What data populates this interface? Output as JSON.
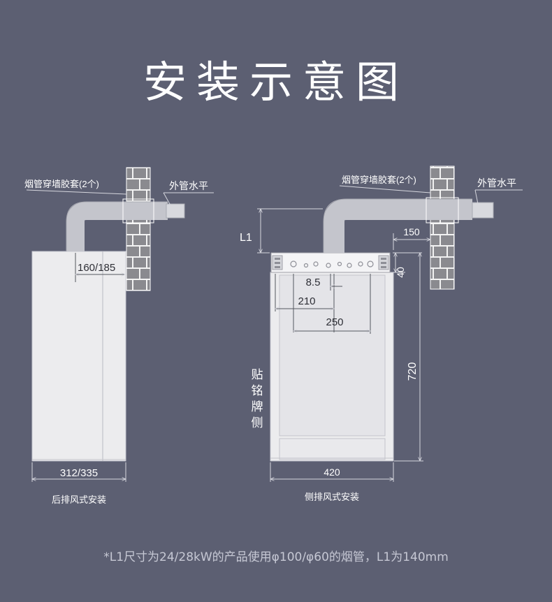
{
  "title": "安装示意图",
  "footnote": "*L1尺寸为24/28kW的产品使用φ100/φ60的烟管，L1为140mm",
  "colors": {
    "background": "#5c5f72",
    "panel": "#ececee",
    "pipe": "#c4c5cc",
    "brick": "#8a8a8f",
    "mortar": "#f2f2f2",
    "dimension": "#d6d7de"
  },
  "rear": {
    "pipe_sleeve_label": "烟管穿墙胶套(2个)",
    "outer_pipe_label": "外管水平",
    "depth_dim": "160/185",
    "width_dim": "312/335",
    "caption": "后排风式安装"
  },
  "side": {
    "pipe_sleeve_label": "烟管穿墙胶套(2个)",
    "outer_pipe_label": "外管水平",
    "l1_label": "L1",
    "dim_150": "150",
    "dim_40": "40",
    "dim_8_5": "8.5",
    "dim_210": "210",
    "dim_250": "250",
    "dim_720": "720",
    "dim_420": "420",
    "nameplate_chars": [
      "贴",
      "铭",
      "牌",
      "侧"
    ],
    "caption": "侧排风式安装"
  }
}
